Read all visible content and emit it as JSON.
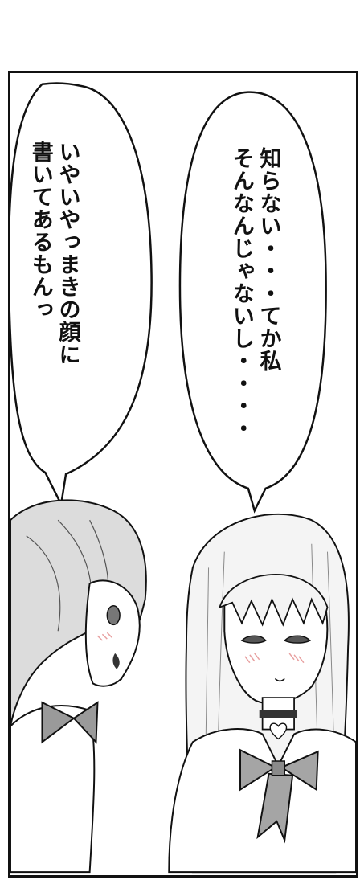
{
  "speech_right": {
    "line1": "知らない・・・てか私",
    "line2": "そんなんじゃないし・・・・"
  },
  "speech_left": {
    "line1": "いやいやっまきの顔に",
    "line2": "書いてあるもんっ"
  },
  "colors": {
    "ink": "#111111",
    "paper": "#ffffff",
    "screentone": "#cfcfcf",
    "blush": "#e8a0a0"
  }
}
